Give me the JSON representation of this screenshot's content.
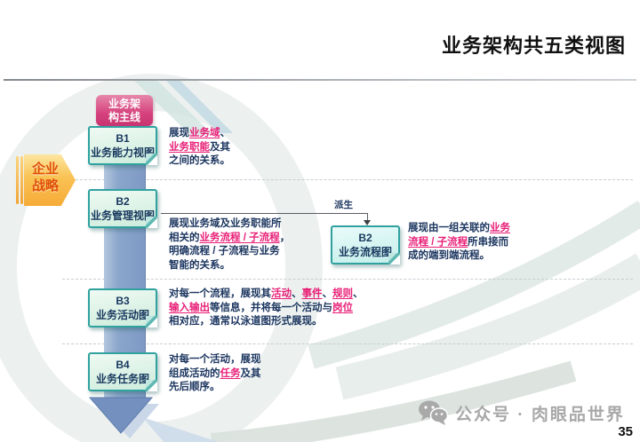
{
  "slide": {
    "title": "业务架构共五类视图",
    "page_number": "35"
  },
  "watermark": {
    "label": "公众号 · 肉眼品世界"
  },
  "mainline": {
    "label": "业务架\n构主线"
  },
  "strategy": {
    "label": "企业\n战略"
  },
  "derived": {
    "connector_label": "派生",
    "id": "B2",
    "name": "业务流程图",
    "desc": [
      {
        "t": "展现由一组关联的"
      },
      {
        "t": "业务\n流程 / 子流程",
        "hl": true
      },
      {
        "t": "所串接而\n成的端到端流程。"
      }
    ]
  },
  "nodes": [
    {
      "id": "B1",
      "name": "业务能力视图",
      "desc": [
        {
          "t": "展现"
        },
        {
          "t": "业务域",
          "hl": true
        },
        {
          "t": "、\n"
        },
        {
          "t": "业务职能",
          "hl": true
        },
        {
          "t": "及其\n之间的关系。"
        }
      ]
    },
    {
      "id": "B2",
      "name": "业务管理视图",
      "desc": [
        {
          "t": "展现业务域及业务职能所\n相关的"
        },
        {
          "t": "业务流程 / 子流程",
          "hl": true
        },
        {
          "t": "，\n明确流程 / 子流程与业务\n智能的关系。"
        }
      ]
    },
    {
      "id": "B3",
      "name": "业务活动图",
      "desc": [
        {
          "t": "对每一个流程，展现其"
        },
        {
          "t": "活动",
          "hl": true
        },
        {
          "t": "、"
        },
        {
          "t": "事件",
          "hl": true
        },
        {
          "t": "、"
        },
        {
          "t": "规则",
          "hl": true
        },
        {
          "t": "、\n"
        },
        {
          "t": "输入输出",
          "hl": true
        },
        {
          "t": "等信息，并将每一个活动与"
        },
        {
          "t": "岗位",
          "hl": true
        },
        {
          "t": "\n相对应，通常以泳道图形式展现。"
        }
      ]
    },
    {
      "id": "B4",
      "name": "业务任务图",
      "desc": [
        {
          "t": "对每一个活动，展现\n组成活动的"
        },
        {
          "t": "任务",
          "hl": true
        },
        {
          "t": "及其\n先后顺序。"
        }
      ]
    }
  ],
  "colors": {
    "accent_pink": "#e81f77",
    "navy_text": "#1c3660",
    "note_border_teal": "#2fa2a0",
    "band_blue": "#7e9ac4",
    "strategy_orange": "#f6ab38",
    "mainline_pink": "#d5417c",
    "watermark_gray": "#a8a8a8"
  }
}
